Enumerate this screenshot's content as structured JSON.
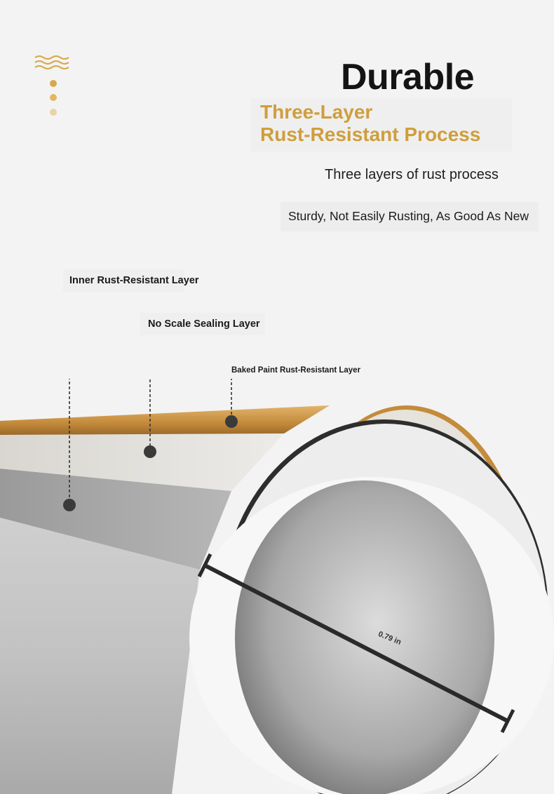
{
  "header": {
    "title": "Durable",
    "subtitle_line1": "Three-Layer",
    "subtitle_line2": "Rust-Resistant Process",
    "line1": "Three layers of rust process",
    "line2": "Sturdy, Not Easily Rusting, As Good As New"
  },
  "layers": {
    "inner": "Inner Rust-Resistant Layer",
    "no_scale": "No Scale Sealing Layer",
    "baked": "Baked Paint Rust-Resistant Layer"
  },
  "dimension": {
    "label": "0.79 in"
  },
  "colors": {
    "accent_gold": "#cf9e3c",
    "title_black": "#141414",
    "background": "#f3f3f3"
  },
  "icons": [
    "wave-icon",
    "dot-indicator-icon"
  ]
}
